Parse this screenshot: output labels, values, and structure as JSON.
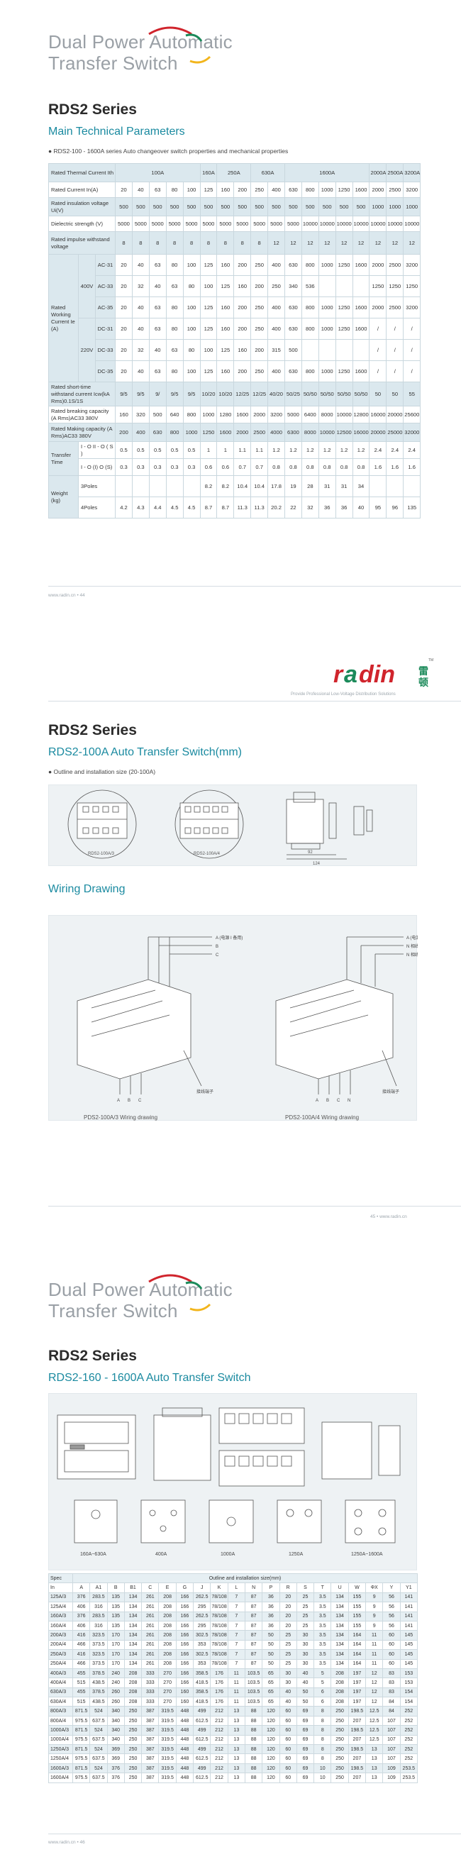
{
  "page1": {
    "brand_line1": "Dual Power Automatic",
    "brand_line2": "Transfer Switch",
    "series": "RDS2 Series",
    "section": "Main Technical Parameters",
    "note": "● RDS2-100 - 1600A series Auto changeover switch properties and mechanical properties",
    "footer": "www.radin.cn • 44",
    "header_row": {
      "label": "Rated Thermal Current Ith",
      "groups": [
        "100A",
        "160A",
        "250A",
        "630A",
        "1600A",
        "2000A",
        "2500A",
        "3200A"
      ]
    },
    "current_row": {
      "label": "Rated Current In(A)",
      "values": [
        "20",
        "40",
        "63",
        "80",
        "100",
        "125",
        "160",
        "200",
        "250",
        "400",
        "630",
        "800",
        "1000",
        "1250",
        "1600",
        "2000",
        "2500",
        "3200"
      ]
    },
    "insulation_row": {
      "label": "Rated insulation voltage Ui(V)",
      "values": [
        "500",
        "500",
        "500",
        "500",
        "500",
        "500",
        "500",
        "500",
        "500",
        "500",
        "500",
        "500",
        "500",
        "500",
        "500",
        "1000",
        "1000",
        "1000"
      ]
    },
    "dielectric_row": {
      "label": "Dielectric strength (V)",
      "values": [
        "5000",
        "5000",
        "5000",
        "5000",
        "5000",
        "5000",
        "5000",
        "5000",
        "5000",
        "5000",
        "5000",
        "10000",
        "10000",
        "10000",
        "10000",
        "10000",
        "10000",
        "10000"
      ]
    },
    "impulse_row": {
      "label": "Rated impulse withstand voltage",
      "values": [
        "8",
        "8",
        "8",
        "8",
        "8",
        "8",
        "8",
        "8",
        "8",
        "12",
        "12",
        "12",
        "12",
        "12",
        "12",
        "12",
        "12",
        "12"
      ]
    },
    "working_current": {
      "label": "Rated Working Current Ie (A)",
      "v400": "400V",
      "v220": "220V",
      "rows": [
        {
          "cat": "AC-31",
          "values": [
            "20",
            "40",
            "63",
            "80",
            "100",
            "125",
            "160",
            "200",
            "250",
            "400",
            "630",
            "800",
            "1000",
            "1250",
            "1600",
            "2000",
            "2500",
            "3200"
          ]
        },
        {
          "cat": "AC-33",
          "values": [
            "20",
            "32",
            "40",
            "63",
            "80",
            "100",
            "125",
            "160",
            "200",
            "250",
            "340",
            "536",
            "",
            "",
            "",
            "1250",
            "1250",
            "1250"
          ]
        },
        {
          "cat": "AC-35",
          "values": [
            "20",
            "40",
            "63",
            "80",
            "100",
            "125",
            "160",
            "200",
            "250",
            "400",
            "630",
            "800",
            "1000",
            "1250",
            "1600",
            "2000",
            "2500",
            "3200"
          ]
        },
        {
          "cat": "DC-31",
          "values": [
            "20",
            "40",
            "63",
            "80",
            "100",
            "125",
            "160",
            "200",
            "250",
            "400",
            "630",
            "800",
            "1000",
            "1250",
            "1600",
            "/",
            "/",
            "/"
          ]
        },
        {
          "cat": "DC-33",
          "values": [
            "20",
            "32",
            "40",
            "63",
            "80",
            "100",
            "125",
            "160",
            "200",
            "315",
            "500",
            "",
            "",
            "",
            "",
            "/",
            "/",
            "/"
          ]
        },
        {
          "cat": "DC-35",
          "values": [
            "20",
            "40",
            "63",
            "80",
            "100",
            "125",
            "160",
            "200",
            "250",
            "400",
            "630",
            "800",
            "1000",
            "1250",
            "1600",
            "/",
            "/",
            "/"
          ]
        }
      ]
    },
    "shorttime_row": {
      "label": "Rated short-time withstand current Icw(kA Rms)0.1S/1S",
      "values": [
        "9/5",
        "9/5",
        "9/",
        "9/5",
        "9/5",
        "10/20",
        "10/20",
        "12/25",
        "12/25",
        "40/20",
        "50/25",
        "50/50",
        "50/50",
        "50/50",
        "50/50",
        "50",
        "50",
        "55"
      ]
    },
    "breaking_row": {
      "label": "Rated breaking capacity (A Rms)AC33 380V",
      "values": [
        "160",
        "320",
        "500",
        "640",
        "800",
        "1000",
        "1280",
        "1600",
        "2000",
        "3200",
        "5000",
        "6400",
        "8000",
        "10000",
        "12800",
        "16000",
        "20000",
        "25600"
      ]
    },
    "making_row": {
      "label": "Rated Making capacity (A Rms)AC33 380V",
      "values": [
        "200",
        "400",
        "630",
        "800",
        "1000",
        "1250",
        "1600",
        "2000",
        "2500",
        "4000",
        "6300",
        "8000",
        "10000",
        "12500",
        "16000",
        "20000",
        "25000",
        "32000"
      ]
    },
    "transfer_time": {
      "label": "Transfer Time",
      "rows": [
        {
          "cat": "I - O II - O ( S )",
          "values": [
            "0.5",
            "0.5",
            "0.5",
            "0.5",
            "0.5",
            "1",
            "1",
            "1.1",
            "1.1",
            "1.2",
            "1.2",
            "1.2",
            "1.2",
            "1.2",
            "1.2",
            "2.4",
            "2.4",
            "2.4"
          ]
        },
        {
          "cat": "I - O (I) O (S)",
          "values": [
            "0.3",
            "0.3",
            "0.3",
            "0.3",
            "0.3",
            "0.6",
            "0.6",
            "0.7",
            "0.7",
            "0.8",
            "0.8",
            "0.8",
            "0.8",
            "0.8",
            "0.8",
            "1.6",
            "1.6",
            "1.6"
          ]
        }
      ]
    },
    "weight": {
      "label": "Weight (kg)",
      "rows": [
        {
          "cat": "3Poles",
          "values": [
            "",
            "",
            "",
            "",
            "",
            "8.2",
            "8.2",
            "10.4",
            "10.4",
            "17.8",
            "19",
            "28",
            "31",
            "31",
            "34",
            "",
            "",
            ""
          ]
        },
        {
          "cat": "4Poles",
          "values": [
            "4.2",
            "4.3",
            "4.4",
            "4.5",
            "4.5",
            "8.7",
            "8.7",
            "11.3",
            "11.3",
            "20.2",
            "22",
            "32",
            "36",
            "36",
            "40",
            "95",
            "96",
            "135"
          ]
        }
      ]
    }
  },
  "page2": {
    "logo_text": "radin",
    "logo_tm": "TM",
    "tagline": "Provide Professional Low-Voltage Distribution Solutions",
    "series": "RDS2 Series",
    "section": "RDS2-100A Auto Transfer Switch(mm)",
    "note": "● Outline and installation size (20-100A)",
    "wiring_title": "Wiring Drawing",
    "caption_left": "PDS2-100A/3 Wiring drawing",
    "caption_right": "PDS2-100A/4 Wiring drawing",
    "footer": "45 • www.radin.cn",
    "d1_label": "RDS2-100A/3",
    "d2_label": "RDS2-100A/4",
    "d_dim_92": "92",
    "d_dim_124": "124",
    "wire_labels_left": [
      "A (电源 I 备用)",
      "B",
      "C",
      "A",
      "B",
      "C"
    ],
    "wire_labels_right": [
      "A (电源 I 备用)",
      "N 相线路",
      "N 相线路"
    ],
    "drop_label_left": "接线端子",
    "drop_label_right": "接线端子",
    "abc_bottom": [
      "A",
      "B",
      "C"
    ],
    "n_bottom": "N"
  },
  "page3": {
    "brand_line1": "Dual Power Automatic",
    "brand_line2": "Transfer Switch",
    "series": "RDS2 Series",
    "section": "RDS2-160 - 1600A Auto Transfer Switch",
    "drawing_captions": [
      "160A~630A",
      "400A",
      "1000A",
      "1250A",
      "1250A~1600A"
    ],
    "footer": "www.radin.cn • 46",
    "table": {
      "spec": "Spec",
      "heading": "Outline and installation size(mm)",
      "cols": [
        "In",
        "A",
        "A1",
        "B",
        "B1",
        "C",
        "E",
        "G",
        "J",
        "K",
        "L",
        "N",
        "P",
        "R",
        "S",
        "T",
        "U",
        "W",
        "ΦX",
        "Y",
        "Y1"
      ],
      "rows": [
        [
          "125A/3",
          "376",
          "283.5",
          "135",
          "134",
          "261",
          "208",
          "166",
          "262.5",
          "78/108",
          "7",
          "87",
          "36",
          "20",
          "25",
          "3.5",
          "134",
          "155",
          "9",
          "56",
          "141"
        ],
        [
          "125A/4",
          "406",
          "316",
          "135",
          "134",
          "261",
          "208",
          "166",
          "295",
          "78/108",
          "7",
          "87",
          "36",
          "20",
          "25",
          "3.5",
          "134",
          "155",
          "9",
          "56",
          "141"
        ],
        [
          "160A/3",
          "376",
          "283.5",
          "135",
          "134",
          "261",
          "208",
          "166",
          "262.5",
          "78/108",
          "7",
          "87",
          "36",
          "20",
          "25",
          "3.5",
          "134",
          "155",
          "9",
          "56",
          "141"
        ],
        [
          "160A/4",
          "406",
          "316",
          "135",
          "134",
          "261",
          "208",
          "166",
          "295",
          "78/108",
          "7",
          "87",
          "36",
          "20",
          "25",
          "3.5",
          "134",
          "155",
          "9",
          "56",
          "141"
        ],
        [
          "200A/3",
          "416",
          "323.5",
          "170",
          "134",
          "261",
          "208",
          "166",
          "302.5",
          "78/108",
          "7",
          "87",
          "50",
          "25",
          "30",
          "3.5",
          "134",
          "164",
          "11",
          "60",
          "145"
        ],
        [
          "200A/4",
          "466",
          "373.5",
          "170",
          "134",
          "261",
          "208",
          "166",
          "353",
          "78/108",
          "7",
          "87",
          "50",
          "25",
          "30",
          "3.5",
          "134",
          "164",
          "11",
          "60",
          "145"
        ],
        [
          "250A/3",
          "416",
          "323.5",
          "170",
          "134",
          "261",
          "208",
          "166",
          "302.5",
          "78/108",
          "7",
          "87",
          "50",
          "25",
          "30",
          "3.5",
          "134",
          "164",
          "11",
          "60",
          "145"
        ],
        [
          "250A/4",
          "466",
          "373.5",
          "170",
          "134",
          "261",
          "208",
          "166",
          "353",
          "78/108",
          "7",
          "87",
          "50",
          "25",
          "30",
          "3.5",
          "134",
          "164",
          "11",
          "60",
          "145"
        ],
        [
          "400A/3",
          "455",
          "378.5",
          "240",
          "208",
          "333",
          "270",
          "166",
          "358.5",
          "176",
          "11",
          "103.5",
          "65",
          "30",
          "40",
          "5",
          "208",
          "197",
          "12",
          "83",
          "153"
        ],
        [
          "400A/4",
          "515",
          "438.5",
          "240",
          "208",
          "333",
          "270",
          "166",
          "418.5",
          "176",
          "11",
          "103.5",
          "65",
          "30",
          "40",
          "5",
          "208",
          "197",
          "12",
          "83",
          "153"
        ],
        [
          "630A/3",
          "455",
          "378.5",
          "260",
          "208",
          "333",
          "270",
          "160",
          "358.5",
          "176",
          "11",
          "103.5",
          "65",
          "40",
          "50",
          "6",
          "208",
          "197",
          "12",
          "83",
          "154"
        ],
        [
          "630A/4",
          "515",
          "438.5",
          "260",
          "208",
          "333",
          "270",
          "160",
          "418.5",
          "176",
          "11",
          "103.5",
          "65",
          "40",
          "50",
          "6",
          "208",
          "197",
          "12",
          "84",
          "154"
        ],
        [
          "800A/3",
          "871.5",
          "524",
          "340",
          "250",
          "387",
          "319.5",
          "448",
          "499",
          "212",
          "13",
          "88",
          "120",
          "60",
          "69",
          "8",
          "250",
          "198.5",
          "12.5",
          "84",
          "252"
        ],
        [
          "800A/4",
          "975.5",
          "637.5",
          "340",
          "250",
          "387",
          "319.5",
          "448",
          "612.5",
          "212",
          "13",
          "88",
          "120",
          "60",
          "69",
          "8",
          "250",
          "207",
          "12.5",
          "107",
          "252"
        ],
        [
          "1000A/3",
          "871.5",
          "524",
          "340",
          "250",
          "387",
          "319.5",
          "448",
          "499",
          "212",
          "13",
          "88",
          "120",
          "60",
          "69",
          "8",
          "250",
          "198.5",
          "12.5",
          "107",
          "252"
        ],
        [
          "1000A/4",
          "975.5",
          "637.5",
          "340",
          "250",
          "387",
          "319.5",
          "448",
          "612.5",
          "212",
          "13",
          "88",
          "120",
          "60",
          "69",
          "8",
          "250",
          "207",
          "12.5",
          "107",
          "252"
        ],
        [
          "1250A/3",
          "871.5",
          "524",
          "369",
          "250",
          "387",
          "319.5",
          "448",
          "499",
          "212",
          "13",
          "88",
          "120",
          "60",
          "69",
          "8",
          "250",
          "198.5",
          "13",
          "107",
          "252"
        ],
        [
          "1250A/4",
          "975.5",
          "637.5",
          "369",
          "250",
          "387",
          "319.5",
          "448",
          "612.5",
          "212",
          "13",
          "88",
          "120",
          "60",
          "69",
          "8",
          "250",
          "207",
          "13",
          "107",
          "252"
        ],
        [
          "1600A/3",
          "871.5",
          "524",
          "376",
          "250",
          "387",
          "319.5",
          "448",
          "499",
          "212",
          "13",
          "88",
          "120",
          "60",
          "69",
          "10",
          "250",
          "198.5",
          "13",
          "109",
          "253.5"
        ],
        [
          "1600A/4",
          "975.5",
          "637.5",
          "376",
          "250",
          "387",
          "319.5",
          "448",
          "612.5",
          "212",
          "13",
          "88",
          "120",
          "60",
          "69",
          "10",
          "250",
          "207",
          "13",
          "109",
          "253.5"
        ]
      ]
    }
  },
  "colors": {
    "brand_gray": "#9aa0a6",
    "accent_teal": "#1a8aa0",
    "table_shade": "#dbe8ee",
    "logo_red": "#d0242c",
    "logo_green": "#1b8a5a",
    "logo_yellow": "#f2b51c"
  }
}
